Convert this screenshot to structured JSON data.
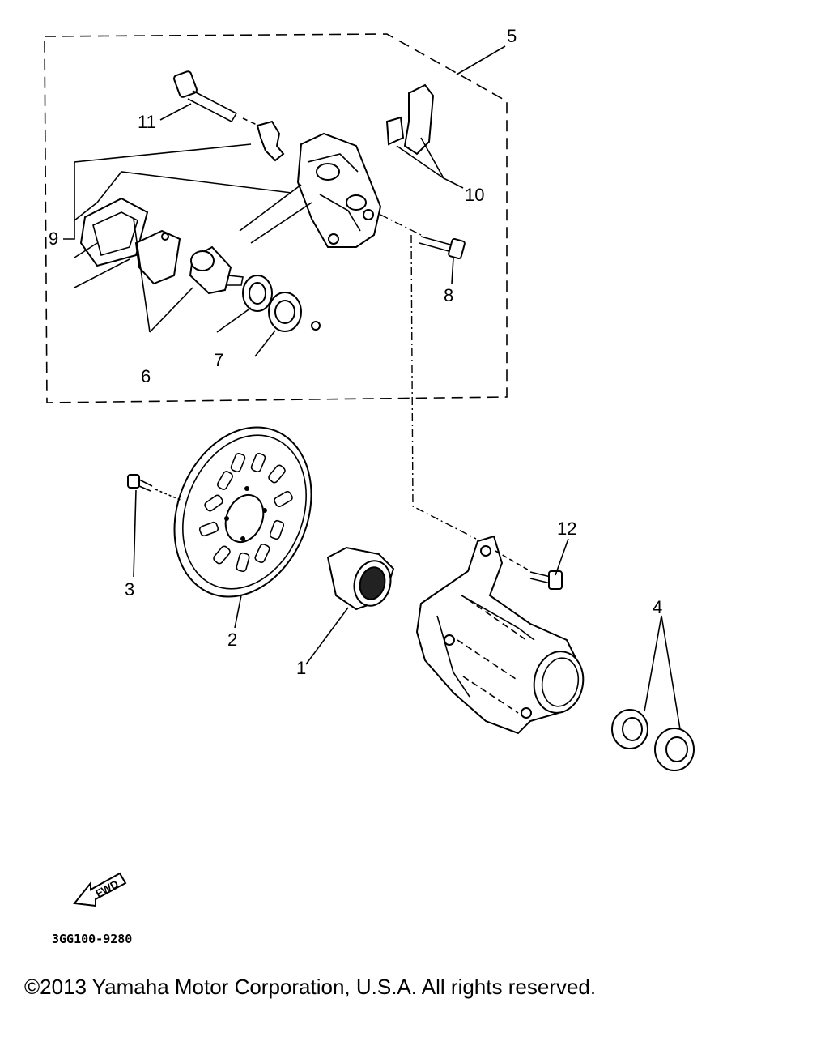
{
  "diagram": {
    "callouts": [
      "1",
      "2",
      "3",
      "4",
      "5",
      "6",
      "7",
      "8",
      "9",
      "10",
      "11",
      "12"
    ],
    "drawing_code": "3GG100-9280",
    "fwd_label": "FWD"
  },
  "footer": {
    "copyright": "©2013 Yamaha Motor Corporation, U.S.A. All rights reserved."
  }
}
